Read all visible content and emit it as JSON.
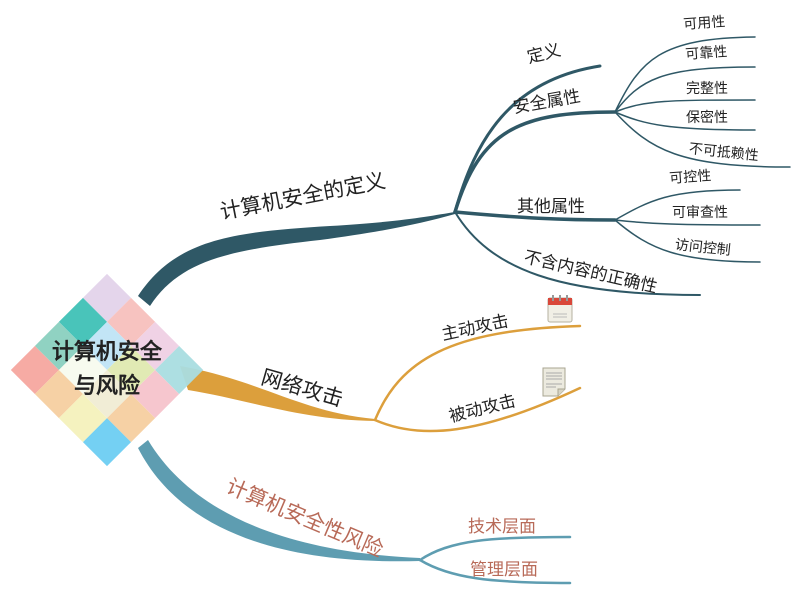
{
  "central_topic": {
    "line1": "计算机安全",
    "line2": "与风险"
  },
  "colors": {
    "definition_branch": "#2f5866",
    "attack_branch": "#dc9f3c",
    "risk_branch": "#5e9db1",
    "risk_label": "#b86a58"
  },
  "branches": {
    "definition": {
      "label": "计算机安全的定义",
      "children": {
        "define": "定义",
        "security_attributes": {
          "label": "安全属性",
          "items": [
            "可用性",
            "可靠性",
            "完整性",
            "保密性",
            "不可抵赖性"
          ]
        },
        "other_attributes": {
          "label": "其他属性",
          "items": [
            "可控性",
            "可审查性",
            "访问控制"
          ]
        },
        "correctness": "不含内容的正确性"
      }
    },
    "attack": {
      "label": "网络攻击",
      "children": {
        "active": "主动攻击",
        "passive": "被动攻击"
      },
      "icons": [
        "calendar-icon",
        "document-icon"
      ]
    },
    "risk": {
      "label": "计算机安全性风险",
      "children": [
        "技术层面",
        "管理层面"
      ]
    }
  }
}
